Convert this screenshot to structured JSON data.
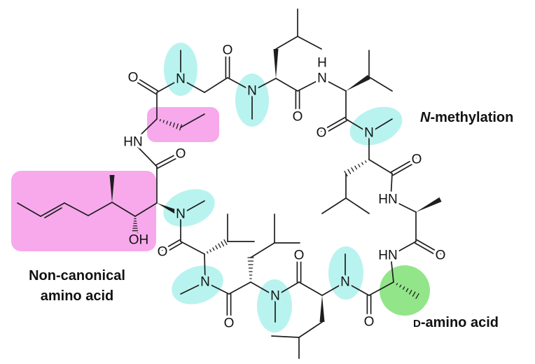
{
  "atoms": {
    "n": "N",
    "o": "O",
    "hn": "HN",
    "h": "H",
    "oh": "OH"
  },
  "annotations": {
    "n_methylation_prefix": "N",
    "n_methylation_suffix": "-methylation",
    "noncanonical_line1": "Non-canonical",
    "noncanonical_line2": "amino acid",
    "d_amino_prefix": "D",
    "d_amino_suffix": "-amino acid"
  },
  "colors": {
    "n_methyl_highlight": "#b9f3ef",
    "noncanonical_highlight": "#f7a9ec",
    "d_amino_highlight": "#93e58a",
    "bond": "#1e1e1e"
  }
}
